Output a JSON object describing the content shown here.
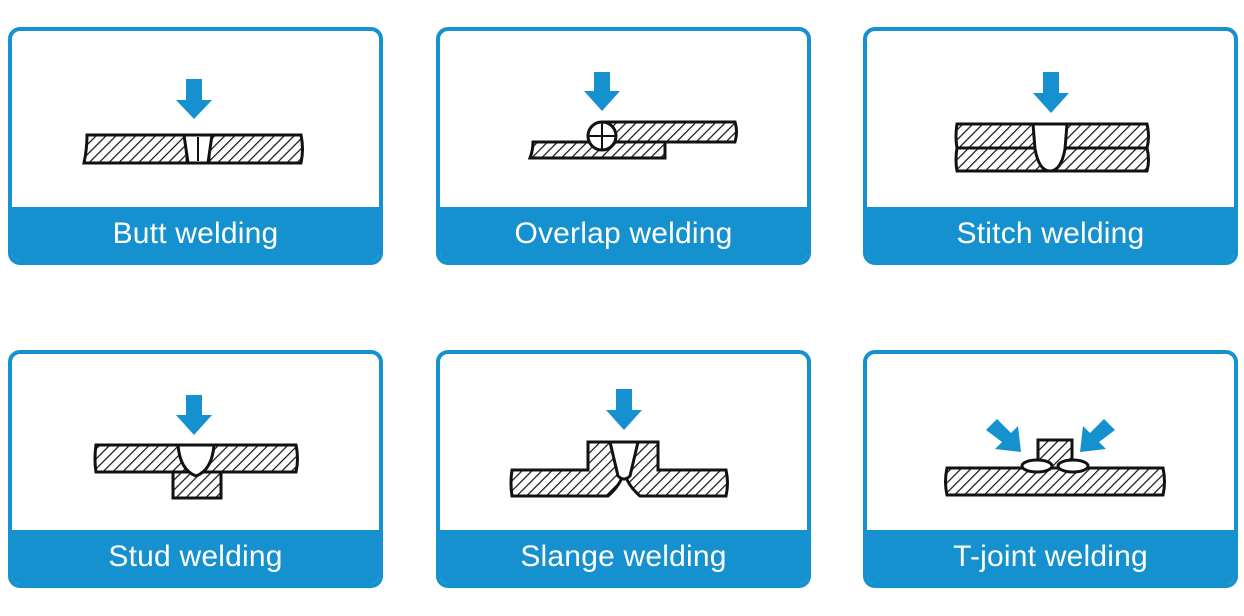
{
  "title": "",
  "colors": {
    "accent": "#1691d0",
    "caption_text": "#ffffff",
    "line": "#111111"
  },
  "cards": [
    {
      "label": "Butt welding"
    },
    {
      "label": "Overlap welding"
    },
    {
      "label": "Stitch welding"
    },
    {
      "label": "Stud welding"
    },
    {
      "label": "Slange welding"
    },
    {
      "label": "T-joint welding"
    }
  ]
}
